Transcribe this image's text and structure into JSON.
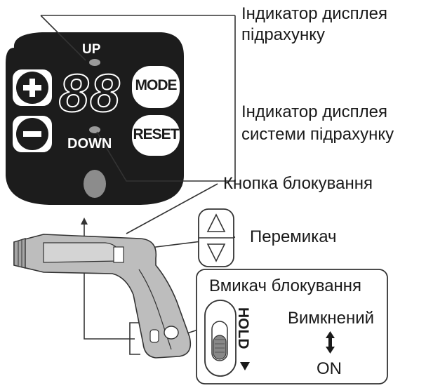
{
  "callouts": {
    "count_indicator": [
      "Індикатор дисплея",
      "підрахунку"
    ],
    "system_indicator": [
      "Індикатор дисплея",
      "системи підрахунку"
    ],
    "lock_button": "Кнопка блокування",
    "switch": "Перемикач"
  },
  "panel": {
    "up_label": "UP",
    "down_label": "DOWN",
    "display_value": "88",
    "mode_label": "MODE",
    "reset_label": "RESET",
    "plus_symbol": "+",
    "minus_symbol": "−"
  },
  "lock_box": {
    "title": "Вмикач блокування",
    "hold_label": "HOLD",
    "off_label": "Вимкнений",
    "on_label": "ON"
  },
  "colors": {
    "panel": "#1c1c1c",
    "line": "#333333",
    "tool_body": "#b5b5b5"
  }
}
